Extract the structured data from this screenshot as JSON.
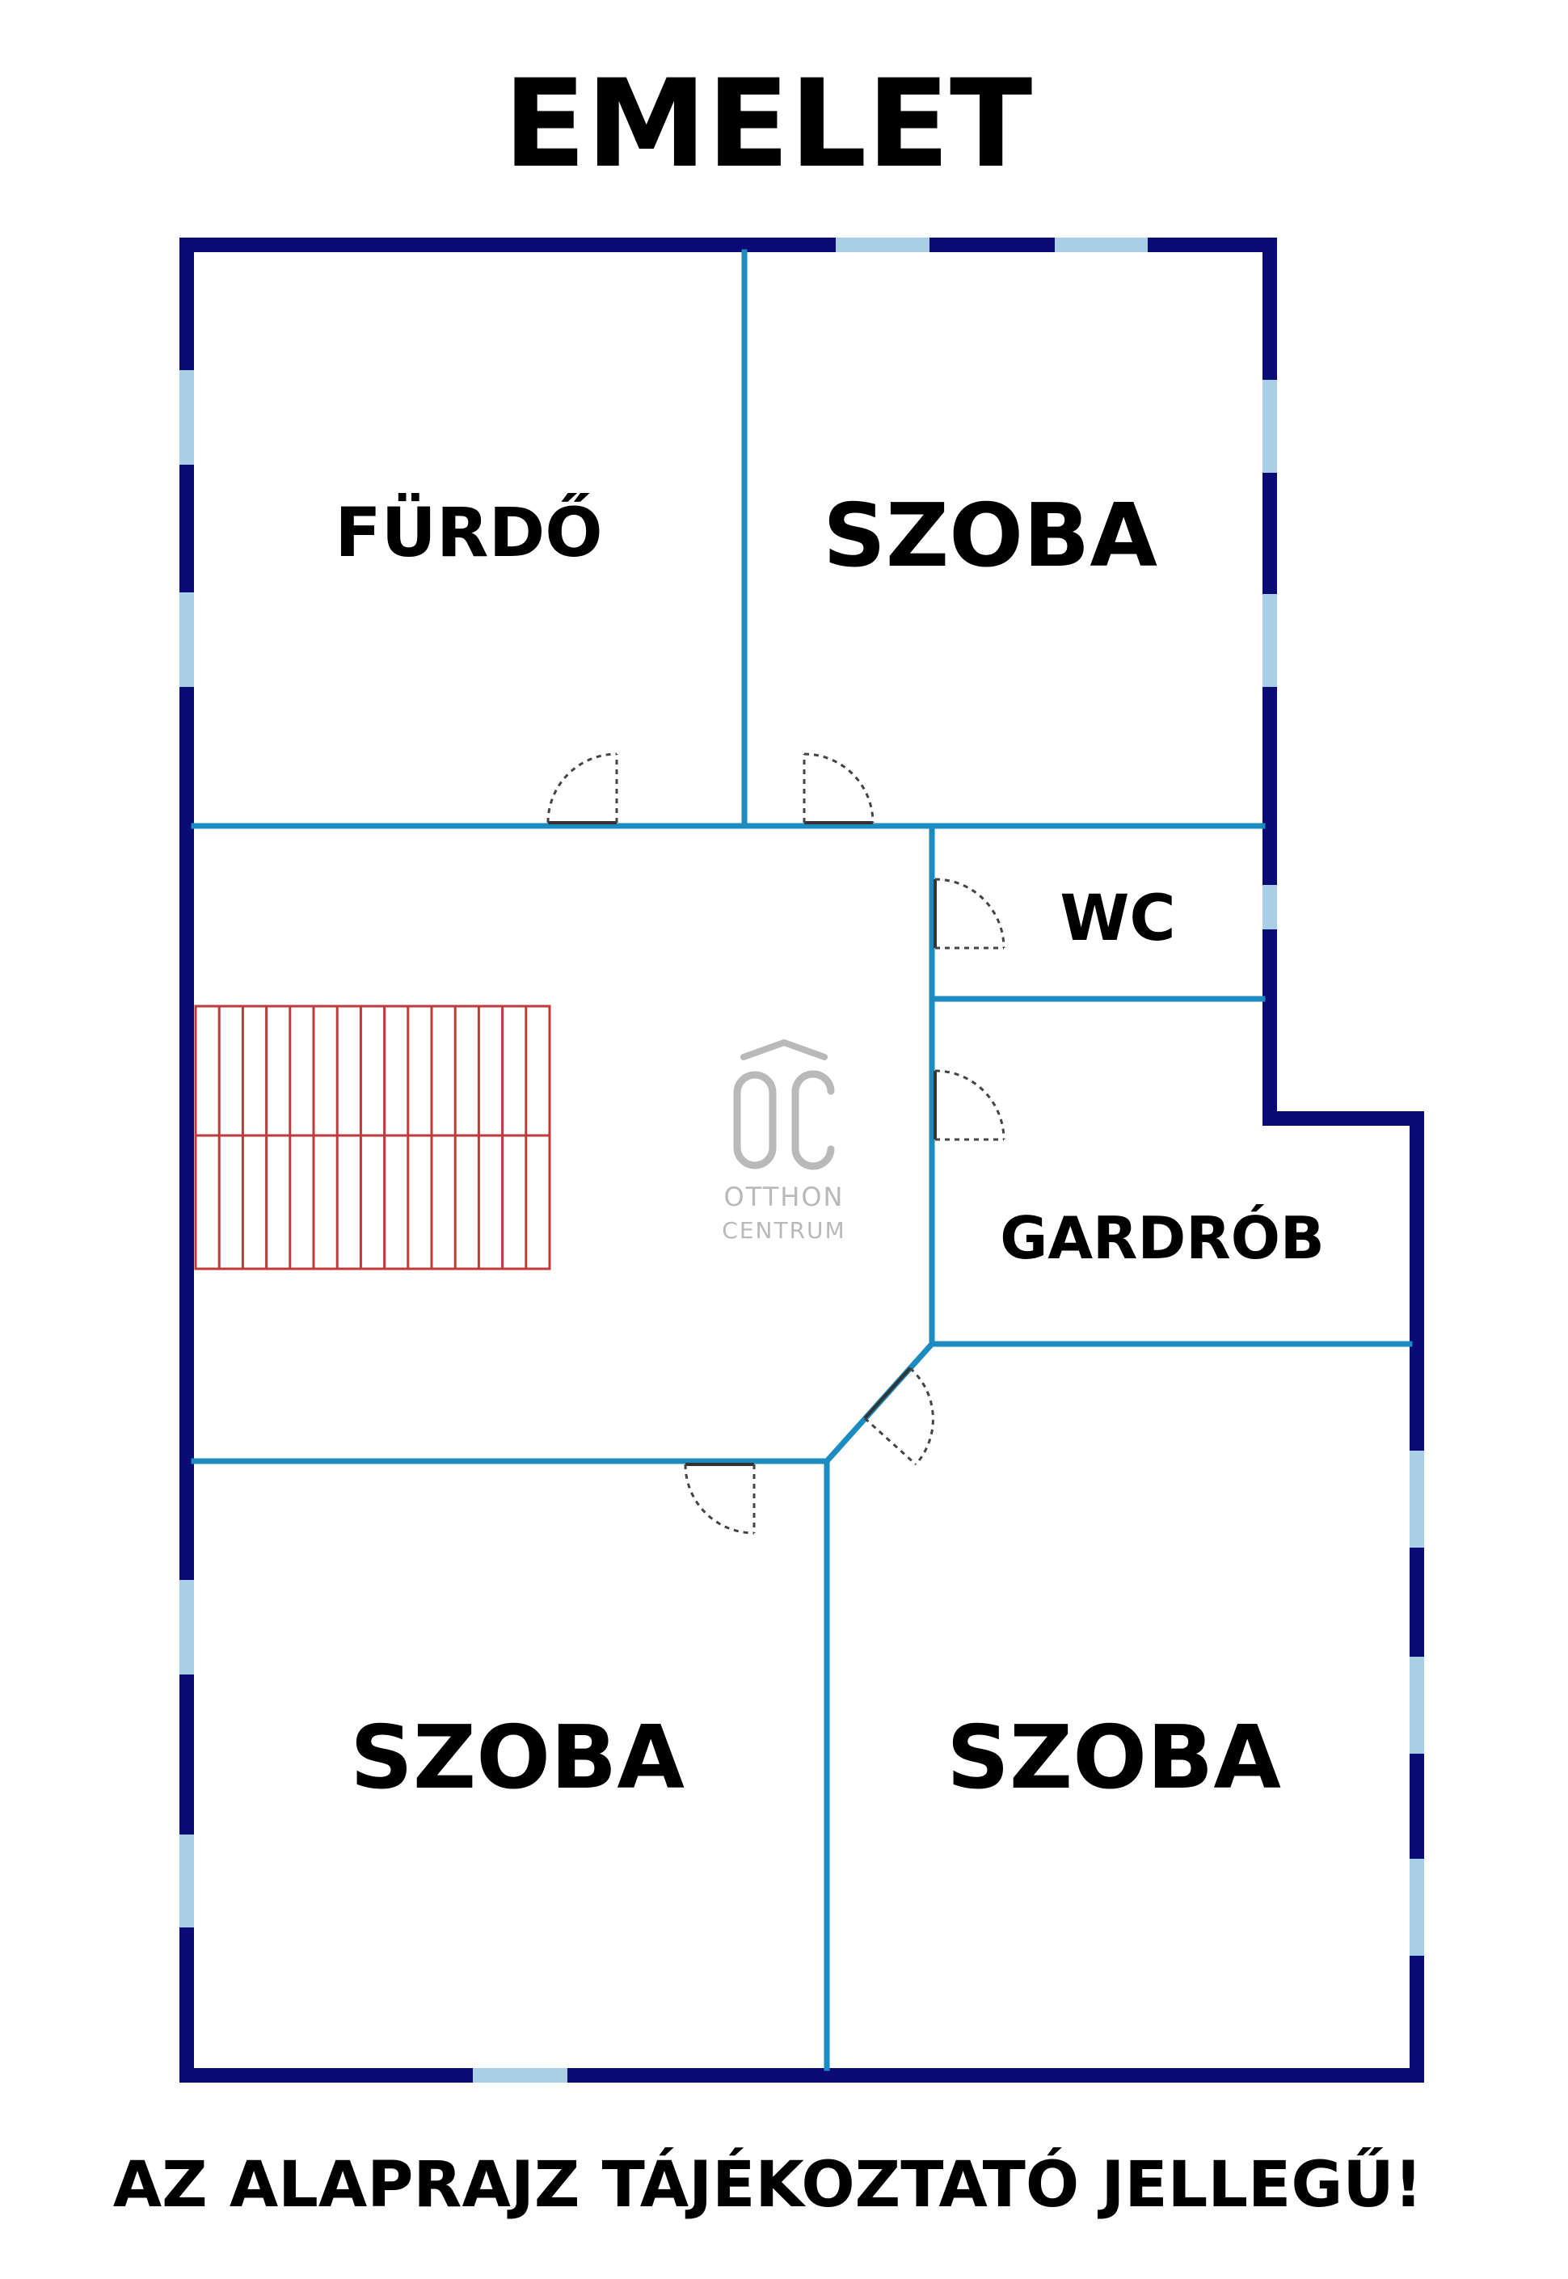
{
  "title": "EMELET",
  "rooms": {
    "furdo": "FÜRDŐ",
    "szoba_top": "SZOBA",
    "wc": "WC",
    "gardrob": "GARDRÓB",
    "szoba_bottom_left": "SZOBA",
    "szoba_bottom_right": "SZOBA"
  },
  "watermark": {
    "mark": "ÔC",
    "line1": "OTTHON",
    "line2": "CENTRUM"
  },
  "disclaimer": "AZ ALAPRAJZ TÁJÉKOZTATÓ JELLEGŰ!",
  "colors": {
    "outer_wall": "#0b0b75",
    "inner_wall": "#1b8bc0",
    "window": "#a9cfe6",
    "stairs": "#c0393b",
    "watermark": "#b9b9b9"
  }
}
